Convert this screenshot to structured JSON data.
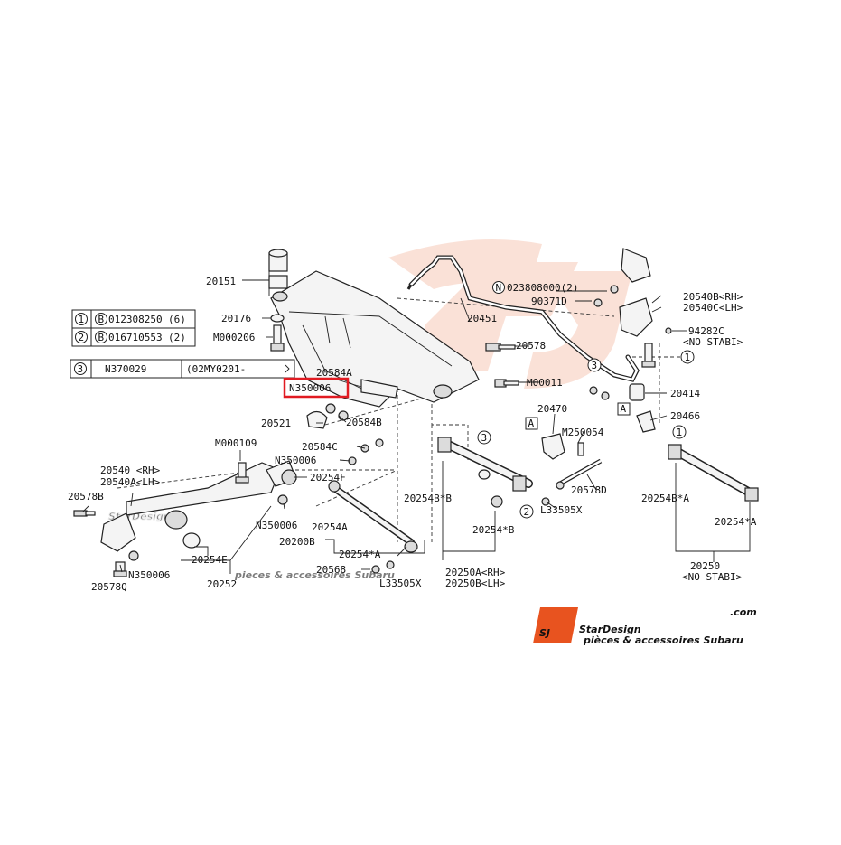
{
  "table": {
    "row1": {
      "circle": "1",
      "prefix": "B",
      "part": "012308250",
      "qty": "(6)"
    },
    "row2": {
      "circle": "2",
      "prefix": "B",
      "part": "016710553",
      "qty": "(2)"
    },
    "row3": {
      "circle": "3",
      "part": "N370029",
      "range": "(02MY0201-"
    }
  },
  "labels": {
    "p20151": "20151",
    "p20176": "20176",
    "pM000206": "M000206",
    "p20584A": "20584A",
    "highlight_N350006": "N350006",
    "p20521": "20521",
    "p20584B": "20584B",
    "p20584C": "20584C",
    "pN350006_a": "N350006",
    "p20254F": "20254F",
    "pM000109": "M000109",
    "p20540_rh": "20540 <RH>",
    "p20540A_lh": "20540A<LH>",
    "p20578B": "20578B",
    "pN350006_b": "N350006",
    "pN350006_c": "N350006",
    "p20254E": "20254E",
    "p20252": "20252",
    "p20578Q": "20578Q",
    "p20451": "20451",
    "pN023808000": "023808000(2)",
    "pN_circle": "N",
    "p90371D": "90371D",
    "p20578": "20578",
    "pM00011": "M00011",
    "p20540B_rh": "20540B<RH>",
    "p20540C_lh": "20540C<LH>",
    "p94282C": "94282C",
    "pNoStabi1": "<NO STABI>",
    "pA1": "A",
    "pA2": "A",
    "p20414": "20414",
    "p20466": "20466",
    "p20470": "20470",
    "pM250054": "M250054",
    "p20578D": "20578D",
    "pL33505X_a": "L33505X",
    "p20254BB": "20254B*B",
    "p20254B2": "20254*B",
    "p20254A": "20254A",
    "p20200B": "20200B",
    "p20254A2": "20254*A",
    "p20568": "20568",
    "pL33505X_b": "L33505X",
    "p20250A_rh": "20250A<RH>",
    "p20250B_lh": "20250B<LH>",
    "p20254BA": "20254B*A",
    "p20254A3": "20254*A",
    "p20250": "20250",
    "pNoStabi2": "<NO STABI>",
    "c1a": "1",
    "c1b": "1",
    "c2a": "2",
    "c3a": "3",
    "c3b": "3"
  },
  "watermark": {
    "brand": "StarDesign",
    "tagline": "pieces & accessoires Subaru"
  },
  "logo": {
    "mark": "SJ",
    "name": "StarDesign",
    "domain": ".com",
    "tagline": "pièces & accessoires Subaru"
  },
  "colors": {
    "highlight": "#e11b22",
    "watermark": "#f7c9b8",
    "logo_orange": "#e8531f",
    "logo_dark": "#2b2b2b"
  }
}
